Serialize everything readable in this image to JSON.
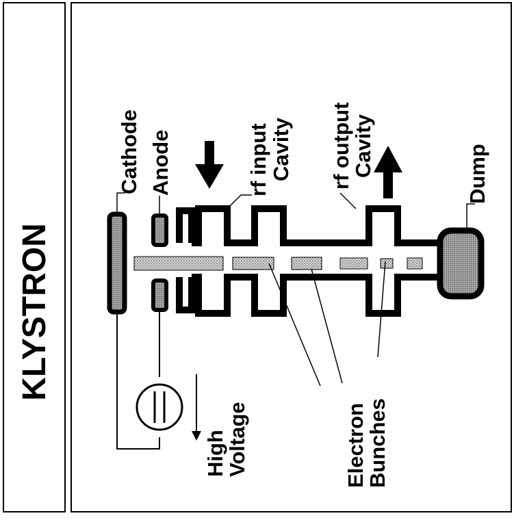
{
  "title": "KLYSTRON",
  "labels": {
    "cathode": "Cathode",
    "anode": "Anode",
    "rf_input_line1": "rf input",
    "rf_input_line2": "Cavity",
    "rf_output_line1": "rf output",
    "rf_output_line2": "Cavity",
    "dump": "Dump",
    "high_voltage_line1": "High",
    "high_voltage_line2": "Voltage",
    "electron_bunches_line1": "Electron",
    "electron_bunches_line2": "Bunches"
  },
  "colors": {
    "ink": "#000000",
    "electrode_fill": "#9a9a9a",
    "beam_fill": "#c8c8c8",
    "background": "#ffffff"
  }
}
